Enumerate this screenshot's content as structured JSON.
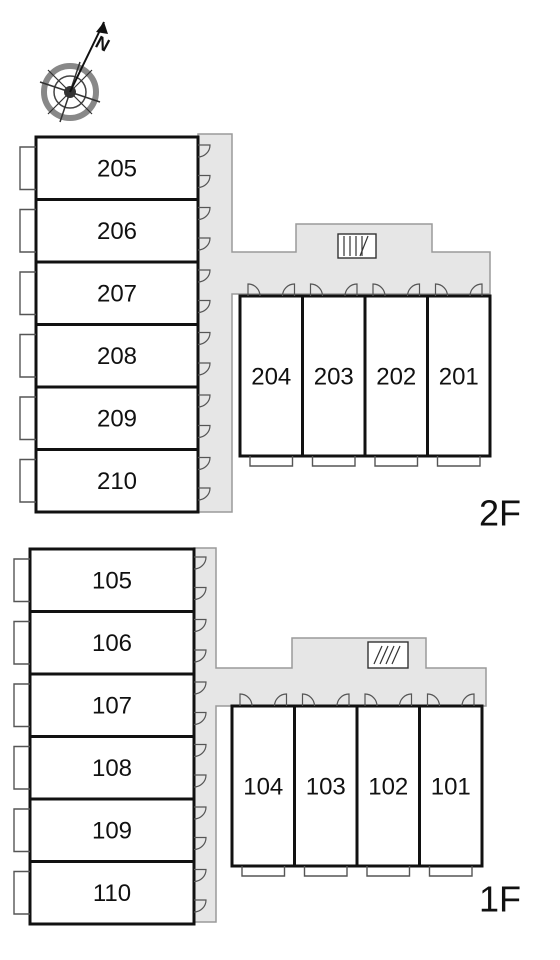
{
  "compass": {
    "icon": "north-arrow-compass-icon",
    "north_label": "N"
  },
  "floors": [
    {
      "id": "2f",
      "label": "2F",
      "left_wing_units": [
        "205",
        "206",
        "207",
        "208",
        "209",
        "210"
      ],
      "right_wing_units": [
        "204",
        "203",
        "202",
        "201"
      ]
    },
    {
      "id": "1f",
      "label": "1F",
      "left_wing_units": [
        "105",
        "106",
        "107",
        "108",
        "109",
        "110"
      ],
      "right_wing_units": [
        "104",
        "103",
        "102",
        "101"
      ]
    }
  ],
  "colors": {
    "corridor": "#e6e6e6",
    "wall": "#111111",
    "background": "#ffffff"
  }
}
